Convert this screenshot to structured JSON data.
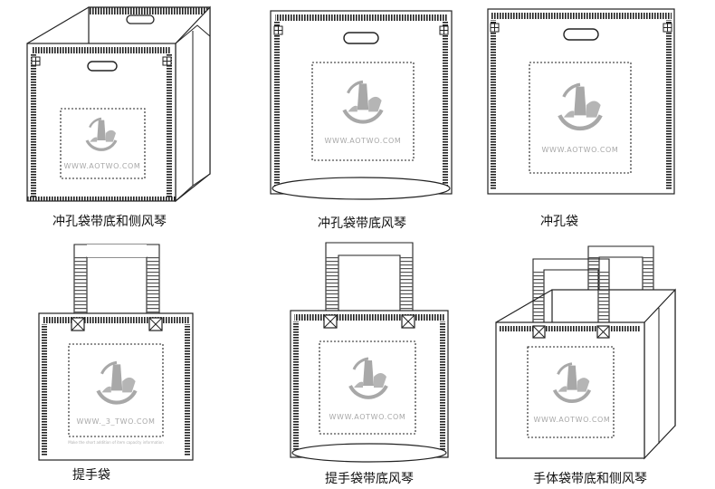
{
  "colors": {
    "line": "#222222",
    "watermark": "#a8a8a8",
    "background": "#ffffff"
  },
  "watermark": {
    "text": "WWW.AOTWO.COM",
    "alt_text": "WWW._3_TWO.COM",
    "icon": "aotwo-logo-icon"
  },
  "bags": [
    {
      "id": "bag1",
      "caption": "冲孔袋带底和侧风琴"
    },
    {
      "id": "bag2",
      "caption": "冲孔袋带底风琴"
    },
    {
      "id": "bag3",
      "caption": "冲孔袋"
    },
    {
      "id": "bag4",
      "caption": "提手袋",
      "fine_print": "Make the short addition of item capacity information"
    },
    {
      "id": "bag5",
      "caption": "提手袋带底风琴"
    },
    {
      "id": "bag6",
      "caption": "手体袋带底和侧风琴"
    }
  ]
}
